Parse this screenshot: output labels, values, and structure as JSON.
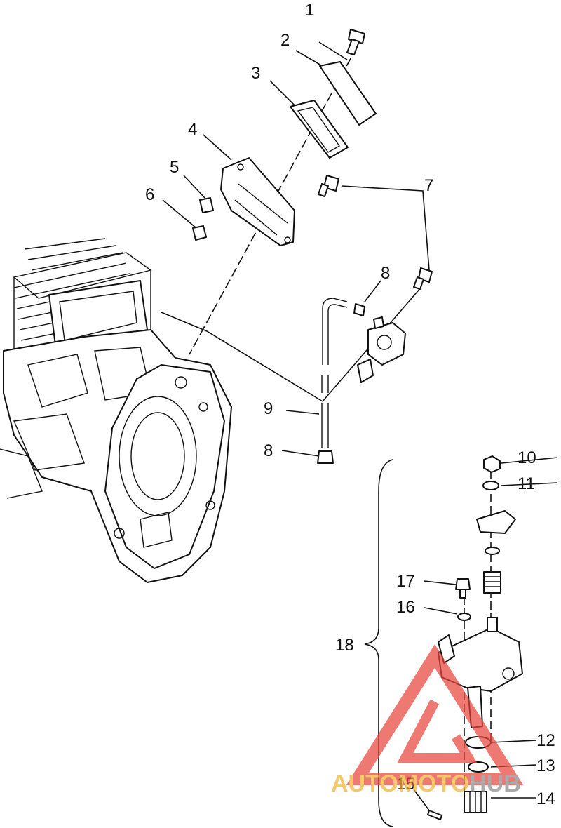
{
  "callouts": {
    "c1": "1",
    "c2": "2",
    "c3": "3",
    "c4": "4",
    "c5": "5",
    "c6": "6",
    "c7": "7",
    "c8a": "8",
    "c8b": "8",
    "c9": "9",
    "c10": "10",
    "c11": "11",
    "c12": "12",
    "c13": "13",
    "c14": "14",
    "c15": "15",
    "c16": "16",
    "c17": "17",
    "c18": "18"
  },
  "watermark": {
    "auto": "AUTO",
    "moto": "MOTO",
    "hub": "HUB",
    "red": "#e8463c",
    "yellow": "#f2b233",
    "gray": "#8a8a8a"
  }
}
